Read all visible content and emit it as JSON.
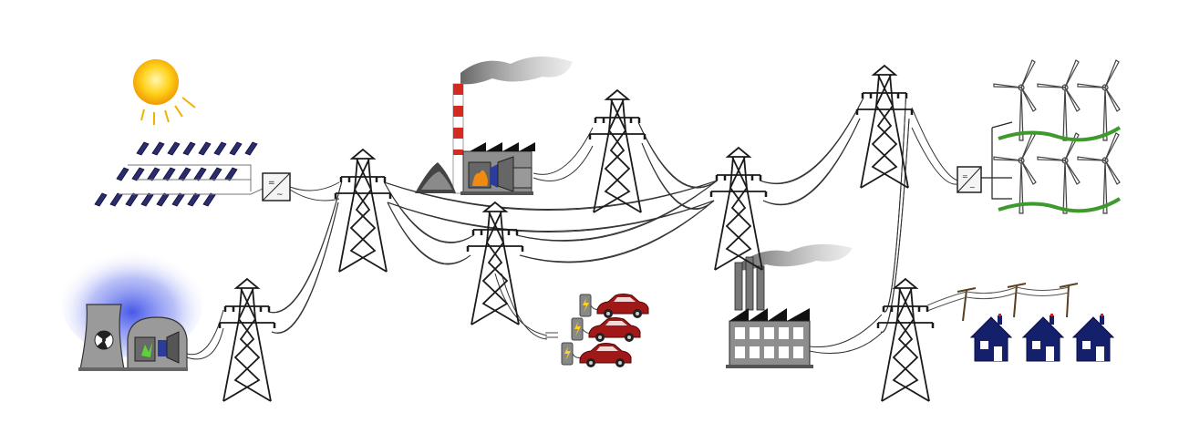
{
  "diagram": {
    "nodes": [
      {
        "id": "sun",
        "icon": "sun-icon"
      },
      {
        "id": "solar-array",
        "icon": "solar-panel-icon"
      },
      {
        "id": "solar-inverter",
        "icon": "inverter-icon"
      },
      {
        "id": "nuclear-plant",
        "icon": "nuclear-plant-icon"
      },
      {
        "id": "coal-plant",
        "icon": "coal-plant-icon"
      },
      {
        "id": "wind-farm",
        "icon": "wind-turbine-icon"
      },
      {
        "id": "wind-inverter",
        "icon": "inverter-icon"
      },
      {
        "id": "ev-chargers",
        "icon": "ev-charger-icon"
      },
      {
        "id": "electric-cars",
        "icon": "car-icon"
      },
      {
        "id": "factory",
        "icon": "factory-icon"
      },
      {
        "id": "houses",
        "icon": "house-icon"
      },
      {
        "id": "utility-poles",
        "icon": "utility-pole-icon"
      }
    ],
    "pylon_count": 7,
    "colors": {
      "line": "#2f2f2f",
      "sun": "#f6b400",
      "panel": "#2b2b6e",
      "house": "#14206b",
      "car": "#a01818",
      "grass": "#3f9a2e",
      "chimney_red": "#d42a1f",
      "nuclear_glow": "#5b6df0"
    }
  }
}
